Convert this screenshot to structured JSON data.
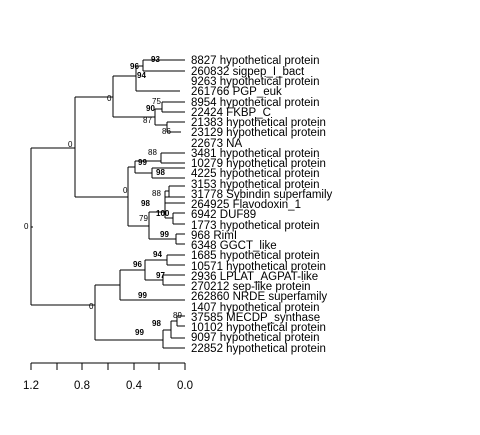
{
  "leaves": [
    "8827 hypothetical protein",
    "260832 sigpep_I_bact",
    "9263 hypothetical protein",
    "261766 PGP_euk",
    "8954 hypothetical protein",
    "22424 FKBP_C",
    "21383 hypothetical protein",
    "23129 hypothetical protein",
    "22673 NA",
    "3481 hypothetical protein",
    "10279 hypothetical protein",
    "4225 hypothetical protein",
    "3153 hypothetical protein",
    "31778 Sybindin superfamily",
    "264925 Flavodoxin_1",
    "6942 DUF89",
    "1773 hypothetical protein",
    "968 RimI",
    "6348 GGCT_like",
    "1685 hypothetical protein",
    "10571 hypothetical protein",
    "2936 LPLAT_AGPAT-like",
    "270212 sep-like protein",
    "262860 NRDE superfamily",
    "1407 hypothetical protein",
    "37585 MECDP_synthase",
    "10102 hypothetical protein",
    "9097 hypothetical protein",
    "22852 hypothetical protein"
  ],
  "support": {
    "n93": "93",
    "n96": "96",
    "n94": "94",
    "n0a": "0",
    "n75": "75",
    "n90": "90",
    "n87": "87",
    "n86": "86",
    "n0b": "0",
    "n88a": "88",
    "n99a": "99",
    "n98a": "98",
    "n88b": "88",
    "n98b": "98",
    "n100": "100",
    "n79": "79",
    "n99b": "99",
    "n0c": "0",
    "n0root": "0",
    "n94b": "94",
    "n96b": "96",
    "n97": "97",
    "n99c": "99",
    "n89": "89",
    "n98c": "98",
    "n99d": "99",
    "n0d": "0"
  },
  "axis": {
    "ticks": [
      "1.2",
      "0.8",
      "0.4",
      "0.0"
    ]
  },
  "colors": {
    "line": "#000000",
    "text": "#000000",
    "background": "#ffffff"
  }
}
